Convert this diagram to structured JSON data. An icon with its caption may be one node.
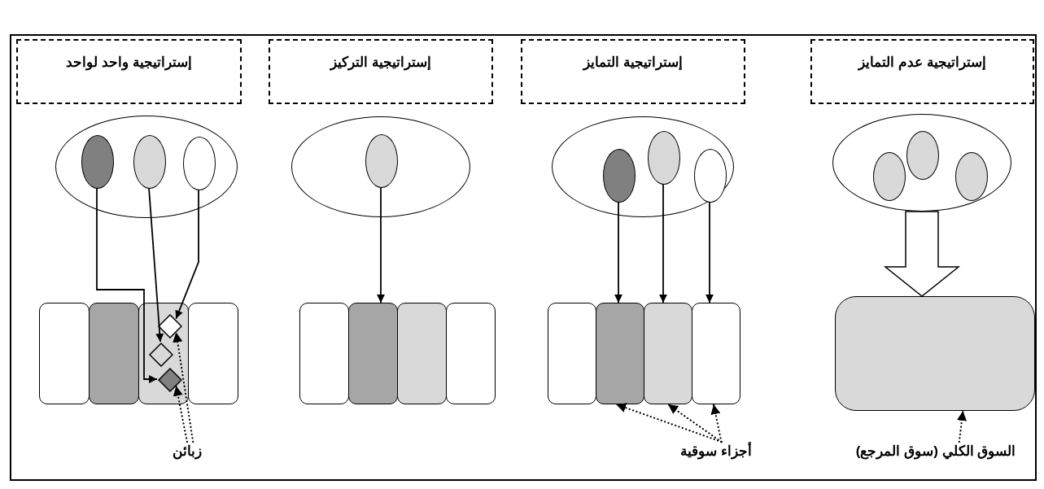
{
  "diagram": {
    "nodes": [
      {
        "text": [
          "إستراتيجية واحد لواحد"
        ]
      },
      {
        "text": [
          "إستراتيجية التركيز"
        ]
      },
      {
        "text": [
          "إستراتيجية التمايز"
        ]
      },
      {
        "text": [
          "إستراتيجية عدم التمايز"
        ]
      },
      {
        "text": [],
        "shape": "ellipse"
      },
      {
        "text": [],
        "shape": "ellipse",
        "in": 4
      },
      {
        "text": [],
        "shape": "ellipse",
        "in": 4
      },
      {
        "text": [],
        "shape": "ellipse",
        "in": 4
      },
      {
        "text": [],
        "shape": "box"
      },
      {
        "text": [],
        "shape": "box"
      },
      {
        "text": [],
        "shape": "box"
      },
      {
        "text": [],
        "shape": "box"
      },
      {
        "text": [],
        "shape": "diamond",
        "in": 10
      },
      {
        "text": [],
        "shape": "diamond",
        "in": 10
      },
      {
        "text": [],
        "shape": "diamond",
        "in": 10
      },
      {
        "text": [
          "زبائن"
        ]
      },
      {
        "text": [],
        "shape": "ellipse"
      },
      {
        "text": [],
        "shape": "ellipse",
        "in": 16
      },
      {
        "text": [],
        "shape": "box"
      },
      {
        "text": [],
        "shape": "box"
      },
      {
        "text": [],
        "shape": "box"
      },
      {
        "text": [],
        "shape": "box"
      },
      {
        "text": [],
        "shape": "ellipse"
      },
      {
        "text": [],
        "shape": "ellipse",
        "in": 22
      },
      {
        "text": [],
        "shape": "ellipse",
        "in": 22
      },
      {
        "text": [],
        "shape": "ellipse",
        "in": 22
      },
      {
        "text": [],
        "shape": "box"
      },
      {
        "text": [],
        "shape": "box"
      },
      {
        "text": [],
        "shape": "box"
      },
      {
        "text": [],
        "shape": "box"
      },
      {
        "text": [
          "أجزاء سوقية"
        ]
      },
      {
        "text": [],
        "shape": "ellipse"
      },
      {
        "text": [],
        "shape": "ellipse",
        "in": 31
      },
      {
        "text": [],
        "shape": "ellipse",
        "in": 31
      },
      {
        "text": [],
        "shape": "ellipse",
        "in": 31
      },
      {
        "text": [],
        "shape": "box"
      },
      {
        "text": [
          "السوق الكلي (سوق المرجع)"
        ]
      }
    ],
    "edges": [
      {
        "from": 5,
        "to": 14,
        "arrow": "to"
      },
      {
        "from": 6,
        "to": 13,
        "arrow": "to"
      },
      {
        "from": 7,
        "to": 12,
        "arrow": "to"
      },
      {
        "from": 15,
        "to": 12,
        "arrow": "to",
        "style": "dashed"
      },
      {
        "from": 15,
        "to": 14,
        "arrow": "to",
        "style": "dashed"
      },
      {
        "from": 17,
        "to": 19,
        "arrow": "to"
      },
      {
        "from": 23,
        "to": 27,
        "arrow": "to"
      },
      {
        "from": 24,
        "to": 28,
        "arrow": "to"
      },
      {
        "from": 25,
        "to": 29,
        "arrow": "to"
      },
      {
        "from": 30,
        "to": 27,
        "arrow": "to",
        "style": "dashed"
      },
      {
        "from": 30,
        "to": 28,
        "arrow": "to",
        "style": "dashed"
      },
      {
        "from": 30,
        "to": 29,
        "arrow": "to",
        "style": "dashed"
      },
      {
        "from": 31,
        "to": 35,
        "arrow": "to",
        "style": "thick"
      },
      {
        "from": 36,
        "to": 35,
        "arrow": "to",
        "style": "dashed"
      }
    ]
  }
}
